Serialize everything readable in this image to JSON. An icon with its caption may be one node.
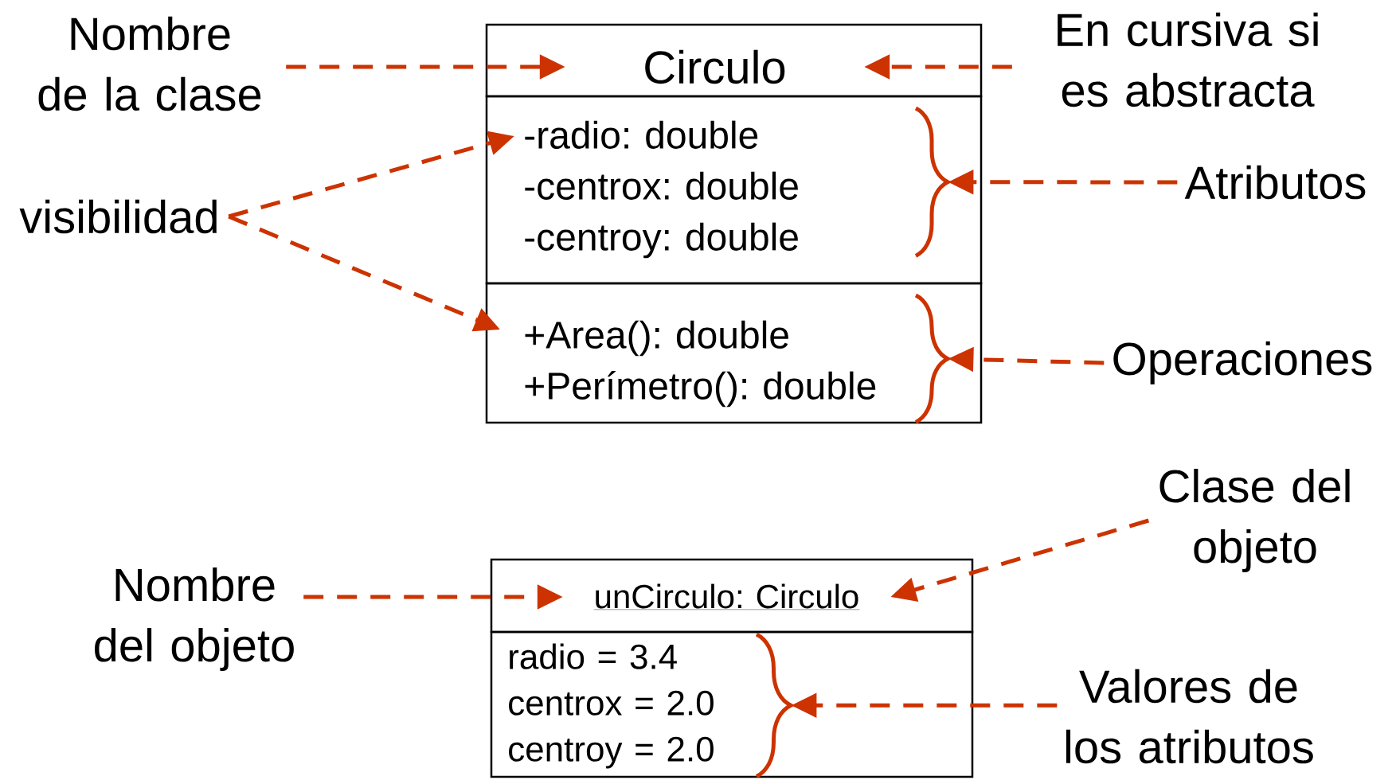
{
  "diagram": {
    "nodes": [
      {
        "text": [
          "Circulo"
        ]
      },
      {
        "text": [
          "-radio: double",
          "-centrox: double",
          "-centroy: double"
        ]
      },
      {
        "text": [
          "+Area(): double",
          "+Perímetro(): double"
        ]
      },
      {
        "text": [
          "unCirculo: Circulo"
        ]
      },
      {
        "text": [
          "radio = 3.4",
          "centrox = 2.0",
          "centroy = 2.0"
        ]
      },
      {
        "text": [
          "Nombre de la clase"
        ]
      },
      {
        "text": [
          "En cursiva si es abstracta"
        ]
      },
      {
        "text": [
          "visibilidad"
        ]
      },
      {
        "text": [
          "Atributos"
        ]
      },
      {
        "text": [
          "Operaciones"
        ]
      },
      {
        "text": [
          "Clase del objeto"
        ]
      },
      {
        "text": [
          "Nombre del objeto"
        ]
      },
      {
        "text": [
          "Valores de los atributos"
        ]
      },
      {
        "text": [],
        "shape": "brace",
        "in": 1
      },
      {
        "text": [],
        "shape": "brace",
        "in": 2
      },
      {
        "text": [],
        "shape": "brace",
        "in": 4
      }
    ],
    "edges": [
      {
        "from": 5,
        "to": 0,
        "arrow": "to",
        "style": "dashed"
      },
      {
        "from": 6,
        "to": 0,
        "arrow": "to",
        "style": "dashed"
      },
      {
        "from": 7,
        "to": 1,
        "arrow": "to",
        "style": "dashed"
      },
      {
        "from": 7,
        "to": 2,
        "arrow": "to",
        "style": "dashed"
      },
      {
        "from": 8,
        "to": 13,
        "arrow": "to",
        "style": "dashed"
      },
      {
        "from": 9,
        "to": 14,
        "arrow": "to",
        "style": "dashed"
      },
      {
        "from": 10,
        "to": 3,
        "arrow": "to",
        "style": "dashed"
      },
      {
        "from": 11,
        "to": 3,
        "arrow": "to",
        "style": "dashed"
      },
      {
        "from": 12,
        "to": 15,
        "arrow": "to",
        "style": "dashed"
      }
    ]
  }
}
